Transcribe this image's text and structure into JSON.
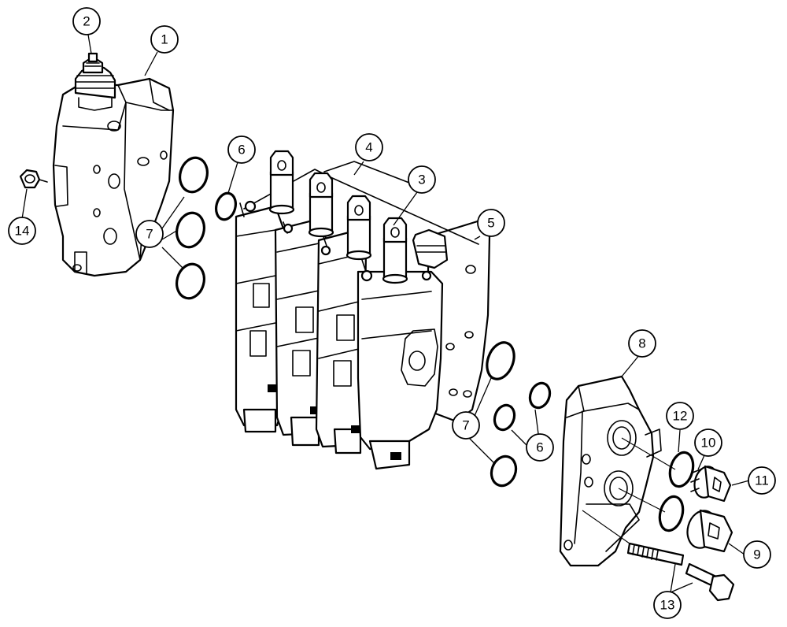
{
  "callouts": [
    {
      "id": "1",
      "label": "1"
    },
    {
      "id": "2",
      "label": "2"
    },
    {
      "id": "3",
      "label": "3"
    },
    {
      "id": "4",
      "label": "4"
    },
    {
      "id": "5",
      "label": "5"
    },
    {
      "id": "6a",
      "label": "6"
    },
    {
      "id": "6b",
      "label": "6"
    },
    {
      "id": "7a",
      "label": "7"
    },
    {
      "id": "7b",
      "label": "7"
    },
    {
      "id": "8",
      "label": "8"
    },
    {
      "id": "9",
      "label": "9"
    },
    {
      "id": "10",
      "label": "10"
    },
    {
      "id": "11",
      "label": "11"
    },
    {
      "id": "12",
      "label": "12"
    },
    {
      "id": "13",
      "label": "13"
    },
    {
      "id": "14",
      "label": "14"
    }
  ]
}
